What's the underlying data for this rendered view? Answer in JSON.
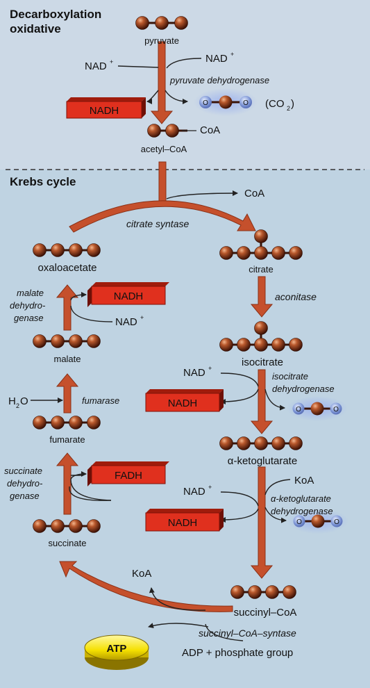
{
  "sections": {
    "top_title_line1": "Decarboxylation",
    "top_title_line2": "oxidative",
    "krebs_title": "Krebs cycle"
  },
  "molecules": {
    "pyruvate": "pyruvate",
    "acetyl_coa": "acetyl–CoA",
    "citrate": "citrate",
    "isocitrate": "isocitrate",
    "alpha_ketoglutarate": "α-ketoglutarate",
    "succinyl_coa": "succinyl–CoA",
    "succinate": "succinate",
    "fumarate": "fumarate",
    "malate": "malate",
    "oxaloacetate": "oxaloacetate"
  },
  "enzymes": {
    "pyruvate_dehydrogenase": "pyruvate dehydrogenase",
    "citrate_syntase": "citrate syntase",
    "aconitase": "aconitase",
    "isocitrate_dh_1": "isocitrate",
    "isocitrate_dh_2": "dehydrogenase",
    "akg_dh_1": "α-ketoglutarate",
    "akg_dh_2": "dehydrogenase",
    "succinyl_coa_syntase": "succinyl–CoA–syntase",
    "succinate_dh_1": "succinate",
    "succinate_dh_2": "dehydro-",
    "succinate_dh_3": "genase",
    "fumarase": "fumarase",
    "malate_dh_1": "malate",
    "malate_dh_2": "dehydro-",
    "malate_dh_3": "genase"
  },
  "cofactors": {
    "nad": "NAD",
    "nad_sup": "+",
    "nadh": "NADH",
    "fadh": "FADH",
    "coa": "CoA",
    "koa": "KoA",
    "co2": "(CO",
    "co2_sub": "2",
    "co2_close": ")",
    "h2o": "H",
    "h2o_sub": "2",
    "h2o_o": "O",
    "atp": "ATP",
    "adp": "ADP + phosphate group",
    "o": "O"
  },
  "colors": {
    "background_top": "#ccd9e6",
    "background_bottom": "#bcd0e0",
    "arrow": "#c5502c",
    "nadh_box": "#e0301e",
    "nadh_side": "#7e1208",
    "atp": "#f4e000",
    "carbon": "#6a2a14"
  }
}
